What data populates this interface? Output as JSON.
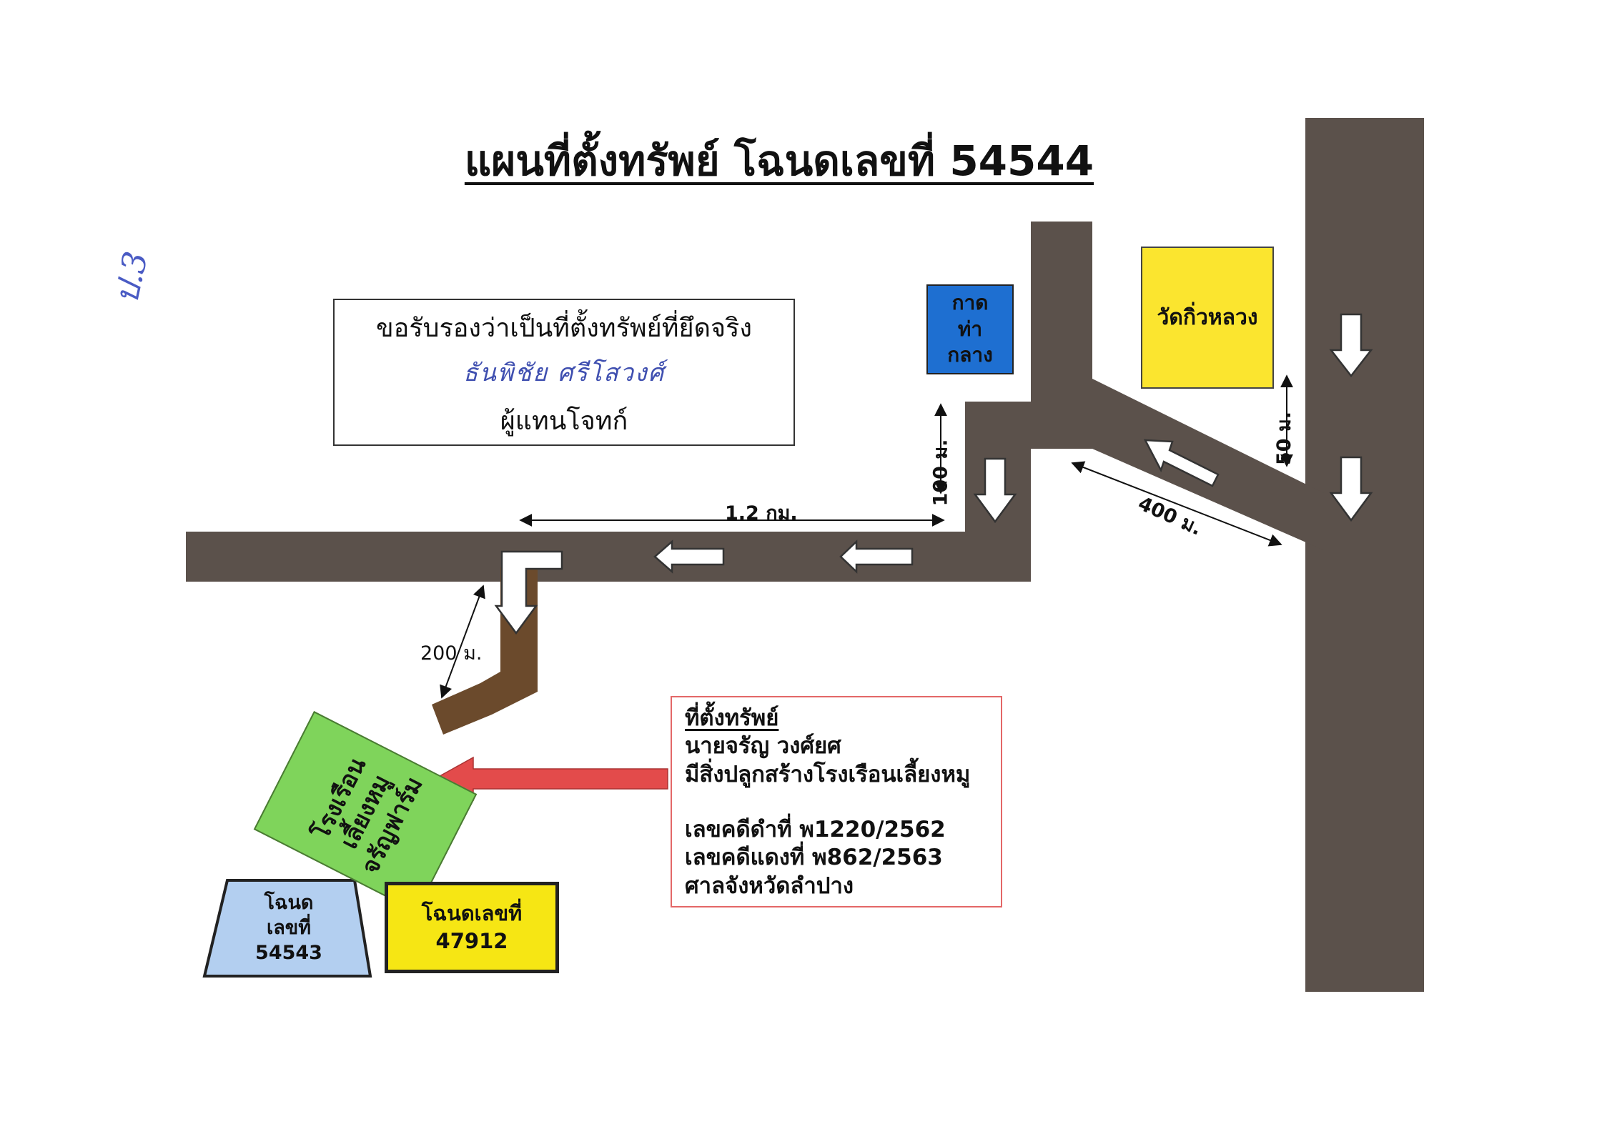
{
  "title": "แผนที่ตั้งทรัพย์ โฉนดเลขที่ 54544",
  "handwritten_note": "ป.3",
  "certification": {
    "line1": "ขอรับรองว่าเป็นที่ตั้งทรัพย์ที่ยึดจริง",
    "signature": "ธันพิชัย ศรีโสวงศ์",
    "line3": "ผู้แทนโจทก์"
  },
  "landmarks": {
    "kad": [
      "กาด",
      "ท่า",
      "กลาง"
    ],
    "wat": "วัดกิ่วหลวง",
    "farm": [
      "โรงเรือนเลี้ยงหมู",
      "จรัญฟาร์ม"
    ],
    "deed_54543": [
      "โฉนด",
      "เลขที่",
      "54543"
    ],
    "deed_47912": [
      "โฉนดเลขที่",
      "47912"
    ]
  },
  "distances": {
    "d_1_2km": "1.2 กม.",
    "d_100m": "100 ม.",
    "d_50m": "50 ม.",
    "d_400m": "400 ม.",
    "d_200m": "200 ม."
  },
  "property_info": {
    "heading": "ที่ตั้งทรัพย์",
    "owner": "นายจรัญ วงศ์ยศ",
    "building": "มีสิ่งปลูกสร้างโรงเรือนเลี้ยงหมู",
    "black_case": "เลขคดีดำที่ พ1220/2562",
    "red_case": "เลขคดีแดงที่ พ862/2563",
    "court": "ศาลจังหวัดลำปาง"
  },
  "colors": {
    "road": "#5b514b",
    "side_road": "#6b4a2c",
    "kad_box": "#1e6fd1",
    "wat_box": "#fbe52f",
    "farm_box": "#7fd45b",
    "deed_54543_box": "#b3cff0",
    "deed_47912_box": "#f6e614",
    "pointer_arrow": "#e34b4b"
  }
}
